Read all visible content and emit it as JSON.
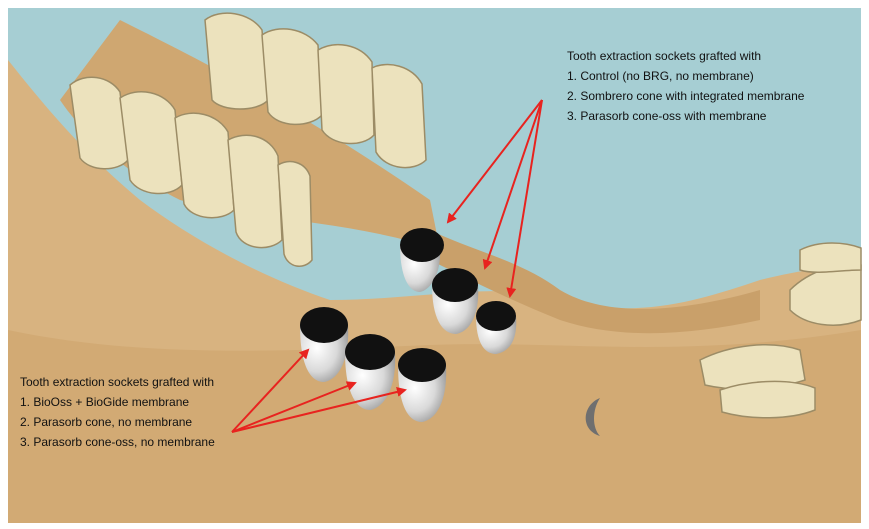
{
  "colors": {
    "background": "#a6ced3",
    "bone": "#d8b380",
    "bone_dark": "#bf9a66",
    "tooth": "#ece2bd",
    "tooth_outline": "#9c8c66",
    "socket_top": "#111111",
    "graft": "#dcdcdc",
    "arrow": "#e8231f"
  },
  "callouts": {
    "upper": {
      "heading": "Tooth extraction sockets grafted with",
      "items": [
        "1. Control (no BRG, no membrane)",
        "2. Sombrero cone with integrated membrane",
        "3. Parasorb cone-oss with membrane"
      ]
    },
    "lower": {
      "heading": "Tooth extraction sockets grafted with",
      "items": [
        "1. BioOss + BioGide membrane",
        "2. Parasorb cone, no membrane",
        "3. Parasorb cone-oss, no membrane"
      ]
    }
  }
}
